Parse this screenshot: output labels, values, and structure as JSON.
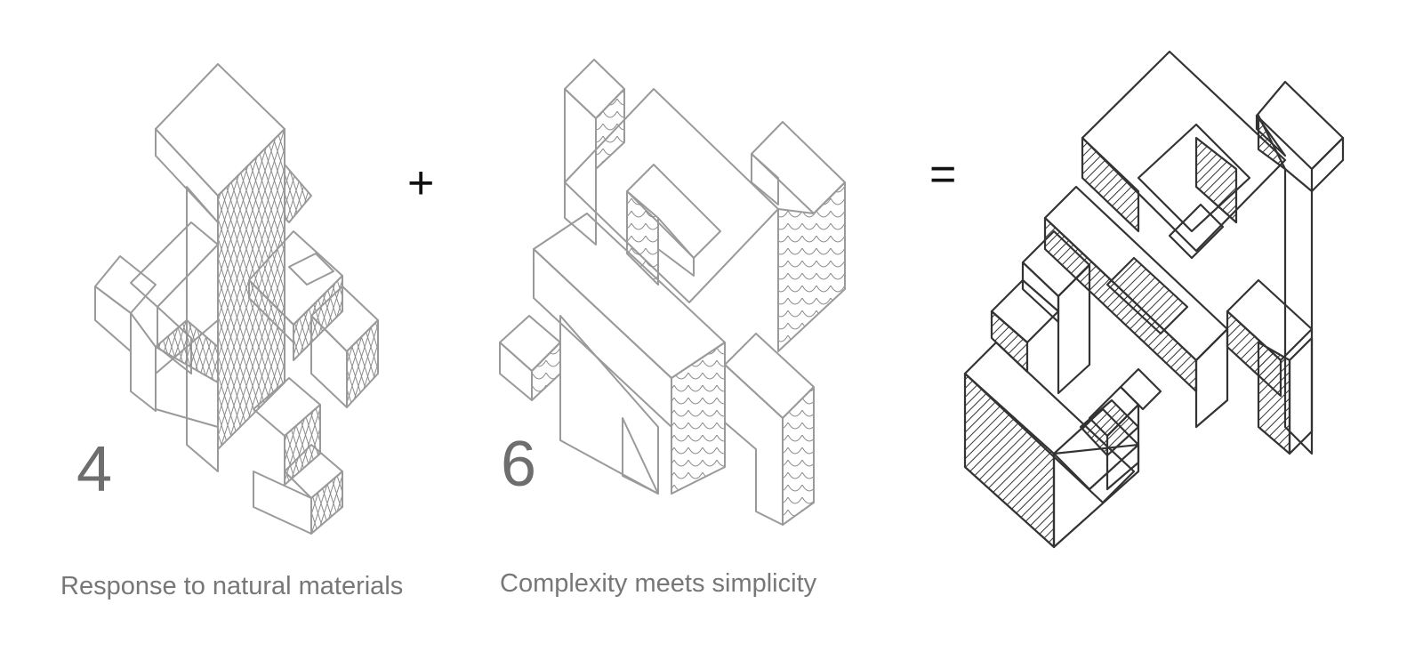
{
  "panel_left": {
    "number": "4",
    "caption": "Response to natural materials"
  },
  "operator_plus": "+",
  "panel_middle": {
    "number": "6",
    "caption": "Complexity meets simplicity"
  },
  "operator_equals": "=",
  "colors": {
    "sketch_light": "#9a9a9a",
    "sketch_dark": "#333333",
    "label_gray": "#777777"
  }
}
